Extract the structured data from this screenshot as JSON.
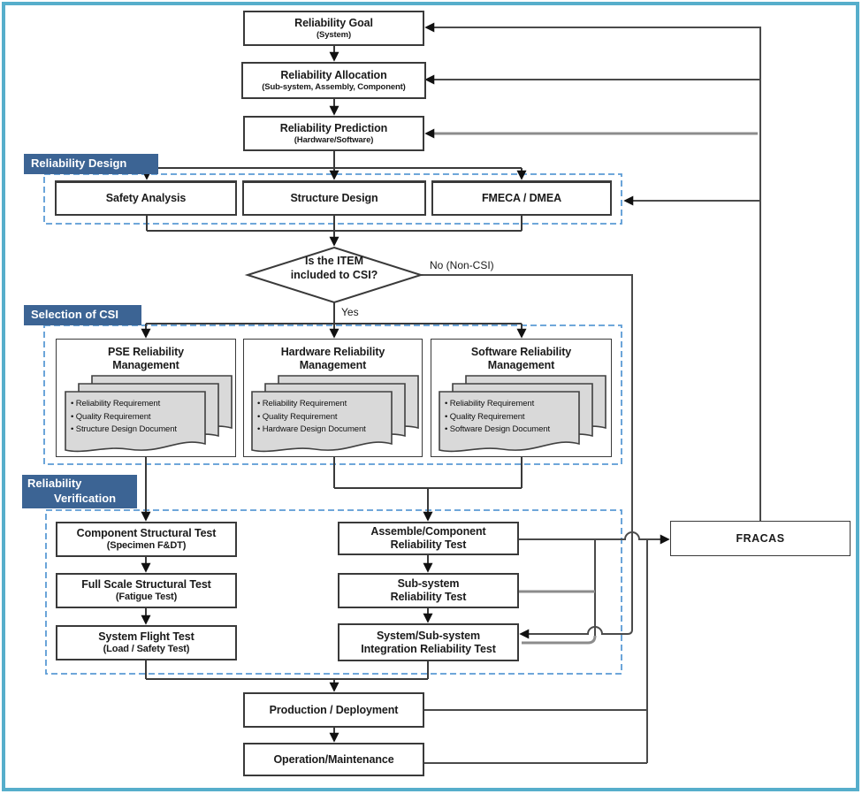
{
  "badges": {
    "design": "Reliability Design",
    "csi": "Selection of CSI",
    "verification_line1": "Reliability",
    "verification_line2": "Verification"
  },
  "nodes": {
    "goal": {
      "title": "Reliability Goal",
      "subtitle": "(System)"
    },
    "allocation": {
      "title": "Reliability Allocation",
      "subtitle": "(Sub-system, Assembly, Component)"
    },
    "prediction": {
      "title": "Reliability Prediction",
      "subtitle": "(Hardware/Software)"
    },
    "safety": {
      "title": "Safety Analysis"
    },
    "structure": {
      "title": "Structure Design"
    },
    "fmeca": {
      "title": "FMECA / DMEA"
    },
    "pse": {
      "title": "PSE Reliability",
      "title2": "Management"
    },
    "hardware": {
      "title": "Hardware Reliability",
      "title2": "Management"
    },
    "software": {
      "title": "Software Reliability",
      "title2": "Management"
    },
    "component_test": {
      "title": "Component Structural Test",
      "subtitle": "(Specimen F&DT)"
    },
    "fullscale_test": {
      "title": "Full Scale Structural Test",
      "subtitle": "(Fatigue Test)"
    },
    "flight_test": {
      "title": "System Flight Test",
      "subtitle": "(Load / Safety Test)"
    },
    "assemble_test": {
      "title": "Assemble/Component",
      "title2": "Reliability Test"
    },
    "subsystem_test": {
      "title": "Sub-system",
      "title2": "Reliability Test"
    },
    "integration_test": {
      "title": "System/Sub-system",
      "title2": "Integration Reliability Test"
    },
    "production": {
      "title": "Production / Deployment"
    },
    "operation": {
      "title": "Operation/Maintenance"
    },
    "fracas": {
      "title": "FRACAS"
    }
  },
  "decision": {
    "line1": "Is the ITEM",
    "line2": "included to CSI?",
    "no_label": "No (Non-CSI)",
    "yes_label": "Yes"
  },
  "documents": {
    "pse": [
      "• Reliability Requirement",
      "• Quality Requirement",
      "• Structure Design Document"
    ],
    "hardware": [
      "• Reliability Requirement",
      "• Quality Requirement",
      "• Hardware Design Document"
    ],
    "software": [
      "• Reliability Requirement",
      "• Quality Requirement",
      "• Software Design Document"
    ]
  },
  "colors": {
    "frame": "#56AECB",
    "badge": "#3C6494",
    "dashed": "#5B9BD5",
    "sheet": "#D9D9D9",
    "line": "#4a4a4a",
    "gray_line": "#8c8c8c"
  }
}
